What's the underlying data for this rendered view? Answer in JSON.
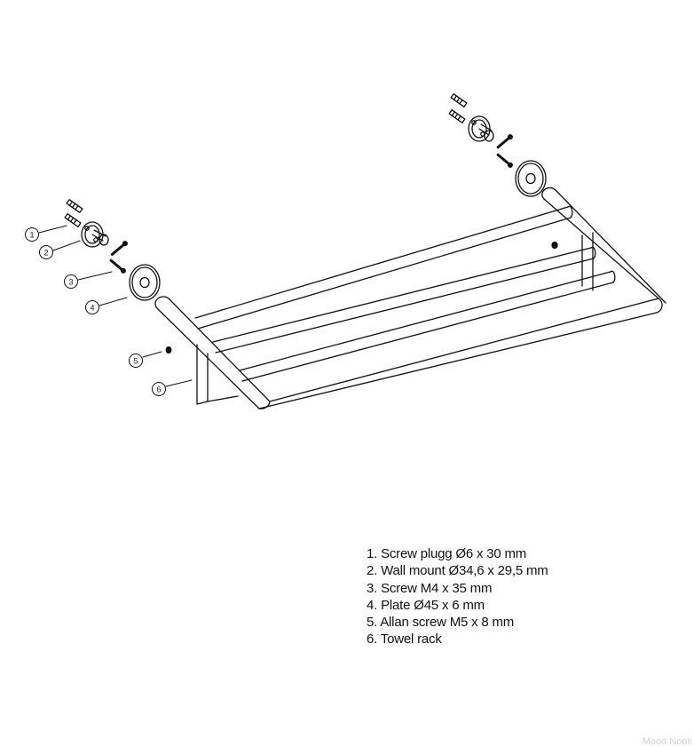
{
  "callouts": [
    "1",
    "2",
    "3",
    "4",
    "5",
    "6"
  ],
  "parts": [
    {
      "label": "1. Screw plugg Ø6 x 30 mm"
    },
    {
      "label": "2. Wall mount  Ø34,6 x 29,5 mm"
    },
    {
      "label": "3. Screw M4 x 35 mm"
    },
    {
      "label": "4. Plate Ø45 x 6 mm"
    },
    {
      "label": "5. Allan screw M5 x 8 mm"
    },
    {
      "label": "6. Towel rack"
    }
  ],
  "watermark": "Mood Nook"
}
